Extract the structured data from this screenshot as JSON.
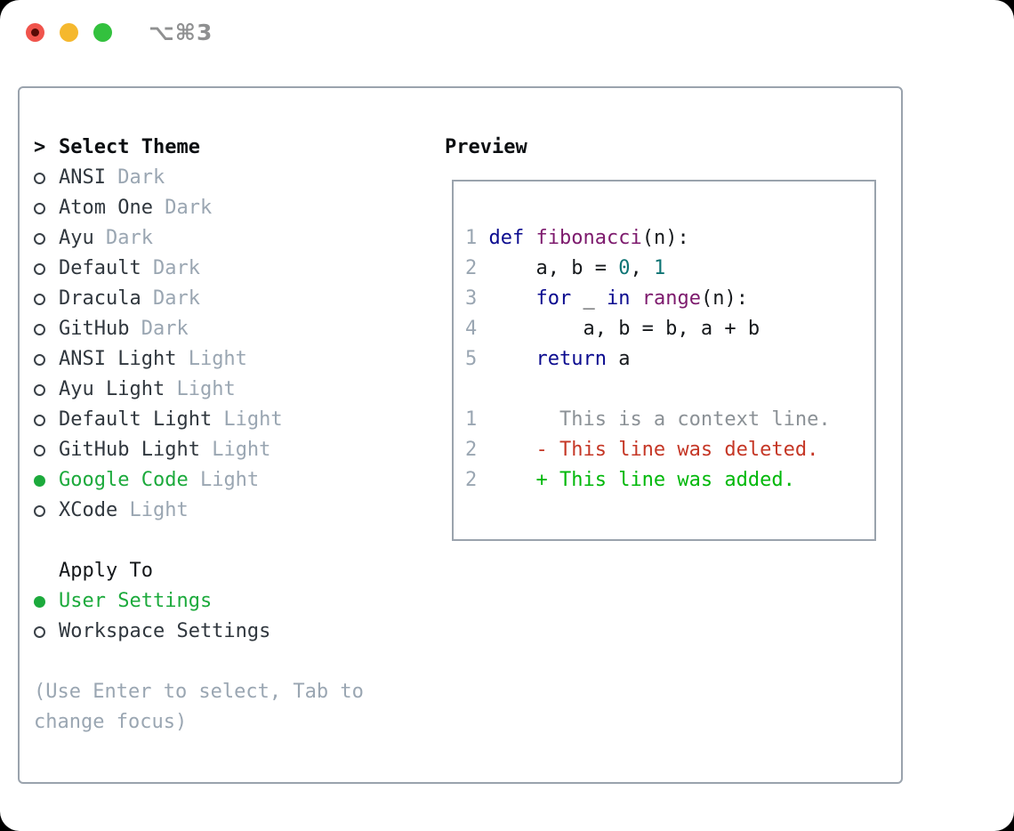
{
  "window": {
    "title": "⌥⌘3"
  },
  "colors": {
    "accent_green": "#1caa3c",
    "diff_added": "#00b80a",
    "diff_deleted": "#c53726",
    "keyword_blue": "#0b0b8f",
    "function_purple": "#7d1a6d",
    "number_teal": "#0e7474",
    "muted_gray": "#9aa6b2",
    "border_gray": "#9aa3ad"
  },
  "theme_panel": {
    "header": {
      "prefix": ">",
      "label": "Select Theme"
    },
    "themes": [
      {
        "name": "ANSI",
        "variant": "Dark",
        "selected": false
      },
      {
        "name": "Atom One",
        "variant": "Dark",
        "selected": false
      },
      {
        "name": "Ayu",
        "variant": "Dark",
        "selected": false
      },
      {
        "name": "Default",
        "variant": "Dark",
        "selected": false
      },
      {
        "name": "Dracula",
        "variant": "Dark",
        "selected": false
      },
      {
        "name": "GitHub",
        "variant": "Dark",
        "selected": false
      },
      {
        "name": "ANSI Light",
        "variant": "Light",
        "selected": false
      },
      {
        "name": "Ayu Light",
        "variant": "Light",
        "selected": false
      },
      {
        "name": "Default Light",
        "variant": "Light",
        "selected": false
      },
      {
        "name": "GitHub Light",
        "variant": "Light",
        "selected": false
      },
      {
        "name": "Google Code",
        "variant": "Light",
        "selected": true
      },
      {
        "name": "XCode",
        "variant": "Light",
        "selected": false
      }
    ],
    "apply_to": {
      "label": "Apply To",
      "options": [
        {
          "name": "User Settings",
          "selected": true
        },
        {
          "name": "Workspace Settings",
          "selected": false
        }
      ]
    },
    "help_lines": [
      "(Use Enter to select, Tab to",
      "change focus)"
    ]
  },
  "preview": {
    "label": "Preview",
    "code_lines": [
      [
        [
          "num",
          "1 "
        ],
        [
          "kw",
          "def"
        ],
        [
          "plain",
          " "
        ],
        [
          "title",
          "fibonacci"
        ],
        [
          "plain",
          "(n):"
        ]
      ],
      [
        [
          "num",
          "2 "
        ],
        [
          "plain",
          "    a, b = "
        ],
        [
          "number",
          "0"
        ],
        [
          "plain",
          ", "
        ],
        [
          "number",
          "1"
        ]
      ],
      [
        [
          "num",
          "3 "
        ],
        [
          "plain",
          "    "
        ],
        [
          "kw",
          "for"
        ],
        [
          "plain",
          " _ "
        ],
        [
          "kw",
          "in"
        ],
        [
          "plain",
          " "
        ],
        [
          "title",
          "range"
        ],
        [
          "plain",
          "(n):"
        ]
      ],
      [
        [
          "num",
          "4 "
        ],
        [
          "plain",
          "        a, b = b, a + b"
        ]
      ],
      [
        [
          "num",
          "5 "
        ],
        [
          "plain",
          "    "
        ],
        [
          "kw",
          "return"
        ],
        [
          "plain",
          " a"
        ]
      ],
      [],
      [
        [
          "num",
          "1 "
        ],
        [
          "ctx",
          "      This is a context line."
        ]
      ],
      [
        [
          "num",
          "2 "
        ],
        [
          "del",
          "    - This line was deleted."
        ]
      ],
      [
        [
          "num",
          "2 "
        ],
        [
          "add",
          "    + This line was added."
        ]
      ]
    ]
  }
}
